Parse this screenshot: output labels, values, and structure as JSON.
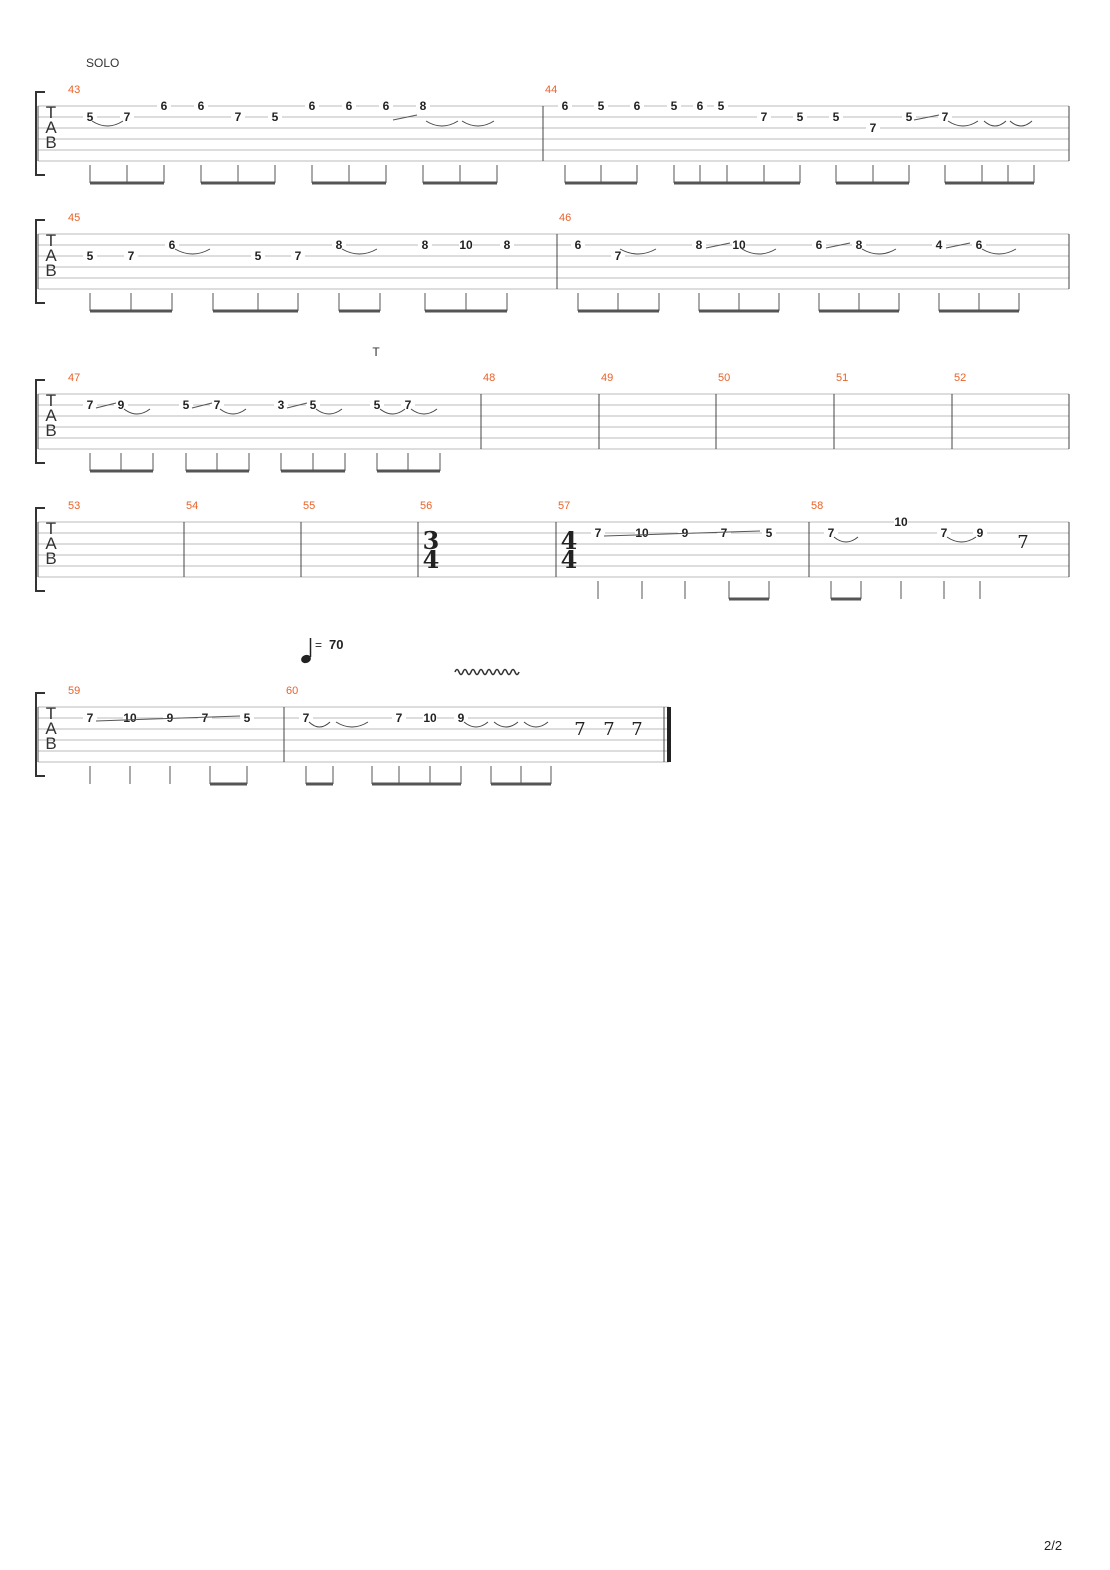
{
  "section_label": "SOLO",
  "page_number": "2/2",
  "tab_clef": [
    "T",
    "A",
    "B"
  ],
  "colors": {
    "measure_number": "#e8622a",
    "staff_line": "#bbbbbb",
    "ink": "#222222"
  },
  "tempo": {
    "value": "70",
    "prefix": "="
  },
  "text_marks": [
    {
      "text": "T",
      "measure": 47
    }
  ],
  "systems": [
    {
      "measures": [
        {
          "number": "43",
          "notes": [
            {
              "fret": "5",
              "string": 2
            },
            {
              "fret": "7",
              "string": 2
            },
            {
              "fret": "6",
              "string": 1
            },
            {
              "fret": "6",
              "string": 1
            },
            {
              "fret": "7",
              "string": 2
            },
            {
              "fret": "5",
              "string": 2
            },
            {
              "fret": "6",
              "string": 1
            },
            {
              "fret": "6",
              "string": 1
            },
            {
              "fret": "6",
              "string": 1
            },
            {
              "fret": "8",
              "string": 1
            }
          ]
        },
        {
          "number": "44",
          "notes": [
            {
              "fret": "6",
              "string": 1
            },
            {
              "fret": "5",
              "string": 1
            },
            {
              "fret": "6",
              "string": 1
            },
            {
              "fret": "5",
              "string": 1
            },
            {
              "fret": "6",
              "string": 1
            },
            {
              "fret": "5",
              "string": 1
            },
            {
              "fret": "7",
              "string": 2
            },
            {
              "fret": "5",
              "string": 2
            },
            {
              "fret": "5",
              "string": 2
            },
            {
              "fret": "7",
              "string": 3
            },
            {
              "fret": "5",
              "string": 2
            },
            {
              "fret": "7",
              "string": 2
            }
          ]
        }
      ]
    },
    {
      "measures": [
        {
          "number": "45",
          "notes": [
            {
              "fret": "5",
              "string": 3
            },
            {
              "fret": "7",
              "string": 3
            },
            {
              "fret": "6",
              "string": 2
            },
            {
              "fret": "5",
              "string": 3
            },
            {
              "fret": "7",
              "string": 3
            },
            {
              "fret": "8",
              "string": 2
            },
            {
              "fret": "8",
              "string": 2
            },
            {
              "fret": "10",
              "string": 2
            },
            {
              "fret": "8",
              "string": 2
            }
          ]
        },
        {
          "number": "46",
          "notes": [
            {
              "fret": "6",
              "string": 2
            },
            {
              "fret": "7",
              "string": 3
            },
            {
              "fret": "8",
              "string": 2
            },
            {
              "fret": "10",
              "string": 2
            },
            {
              "fret": "6",
              "string": 2
            },
            {
              "fret": "8",
              "string": 2
            },
            {
              "fret": "4",
              "string": 2
            },
            {
              "fret": "6",
              "string": 2
            }
          ]
        }
      ]
    },
    {
      "measures": [
        {
          "number": "47",
          "notes": [
            {
              "fret": "7",
              "string": 2
            },
            {
              "fret": "9",
              "string": 2
            },
            {
              "fret": "5",
              "string": 2
            },
            {
              "fret": "7",
              "string": 2
            },
            {
              "fret": "3",
              "string": 2
            },
            {
              "fret": "5",
              "string": 2
            },
            {
              "fret": "5",
              "string": 2
            },
            {
              "fret": "7",
              "string": 2
            }
          ]
        },
        {
          "number": "48",
          "notes": []
        },
        {
          "number": "49",
          "notes": []
        },
        {
          "number": "50",
          "notes": []
        },
        {
          "number": "51",
          "notes": []
        },
        {
          "number": "52",
          "notes": []
        }
      ]
    },
    {
      "measures": [
        {
          "number": "53",
          "notes": []
        },
        {
          "number": "54",
          "notes": []
        },
        {
          "number": "55",
          "notes": []
        },
        {
          "number": "56",
          "time_signature": [
            "3",
            "4"
          ],
          "notes": []
        },
        {
          "number": "57",
          "time_signature": [
            "4",
            "4"
          ],
          "notes": [
            {
              "fret": "7",
              "string": 2
            },
            {
              "fret": "10",
              "string": 2
            },
            {
              "fret": "9",
              "string": 2
            },
            {
              "fret": "7",
              "string": 2
            },
            {
              "fret": "5",
              "string": 2
            }
          ]
        },
        {
          "number": "58",
          "notes": [
            {
              "fret": "7",
              "string": 2
            },
            {
              "fret": "10",
              "string": 1
            },
            {
              "fret": "7",
              "string": 2
            },
            {
              "fret": "9",
              "string": 2
            }
          ]
        }
      ]
    },
    {
      "measures": [
        {
          "number": "59",
          "notes": [
            {
              "fret": "7",
              "string": 2
            },
            {
              "fret": "10",
              "string": 2
            },
            {
              "fret": "9",
              "string": 2
            },
            {
              "fret": "7",
              "string": 2
            },
            {
              "fret": "5",
              "string": 2
            }
          ]
        },
        {
          "number": "60",
          "notes": [
            {
              "fret": "7",
              "string": 2
            },
            {
              "fret": "7",
              "string": 2
            },
            {
              "fret": "10",
              "string": 2
            },
            {
              "fret": "9",
              "string": 2
            }
          ]
        }
      ]
    }
  ]
}
